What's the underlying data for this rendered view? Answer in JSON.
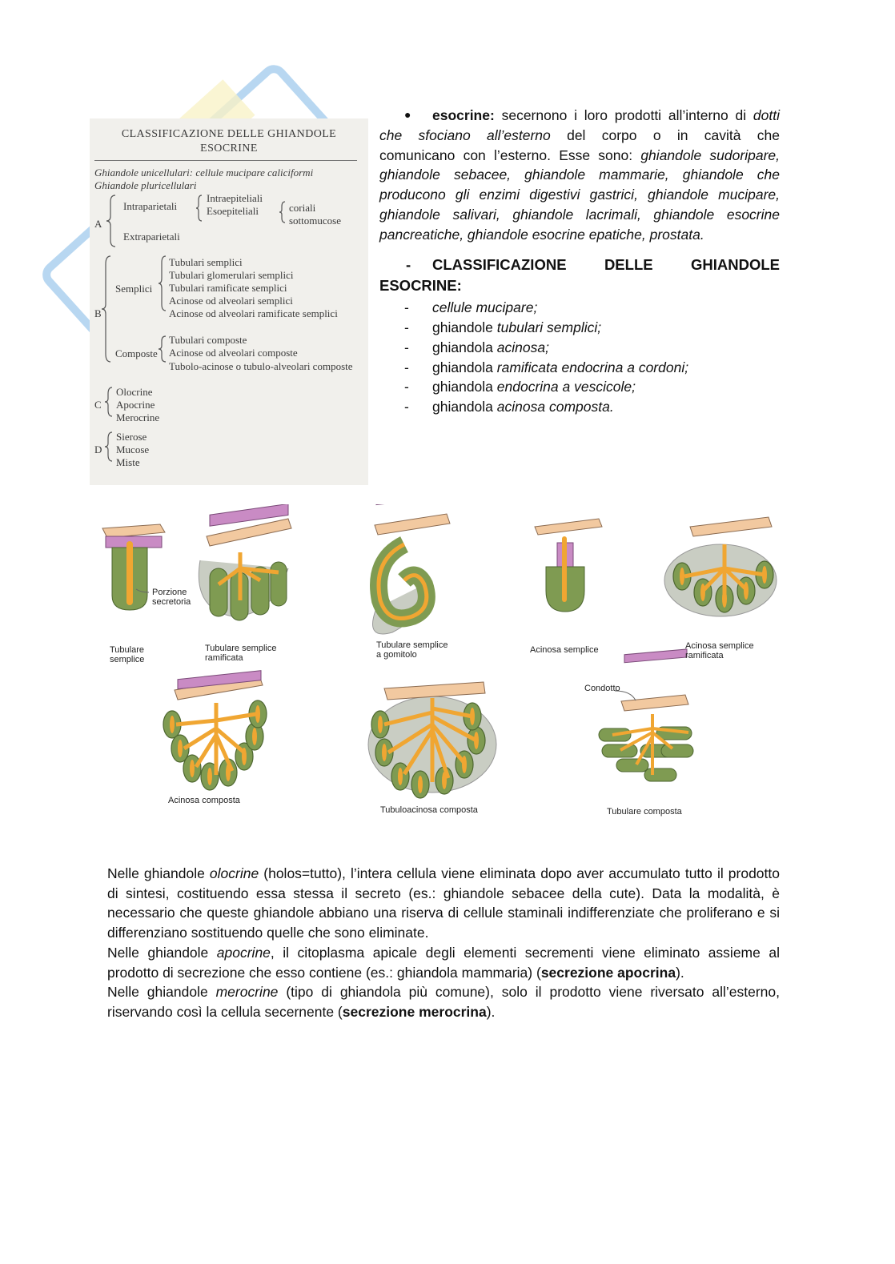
{
  "scan_table": {
    "title_1": "CLASSIFICAZIONE DELLE GHIANDOLE",
    "title_2": "ESOCRINE",
    "row_unicellulari": "Ghiandole unicellulari: cellule mucipare caliciformi",
    "row_pluricellulari": "Ghiandole pluricellulari",
    "A": "A",
    "intraparietali": "Intraparietali",
    "intraepiteliali": "Intraepiteliali",
    "esoepiteliali": "Esoepiteliali",
    "coriali": "coriali",
    "sottomucose": "sottomucose",
    "extraparietali": "Extraparietali",
    "B": "B",
    "semplici": "Semplici",
    "semplici_items": [
      "Tubulari semplici",
      "Tubulari glomerulari semplici",
      "Tubulari ramificate semplici",
      "Acinose od alveolari semplici",
      "Acinose od alveolari ramificate semplici"
    ],
    "composte": "Composte",
    "composte_items": [
      "Tubulari composte",
      "Acinose od alveolari composte",
      "Tubolo-acinose o tubulo-alveolari composte"
    ],
    "C": "C",
    "c_items": [
      "Olocrine",
      "Apocrine",
      "Merocrine"
    ],
    "D": "D",
    "d_items": [
      "Sierose",
      "Mucose",
      "Miste"
    ]
  },
  "esocrine_para": {
    "bullet": "●",
    "lines": [
      {
        "b": "esocrine:",
        "t": " secernono i loro prodotti all’interno di ",
        "i": "dotti"
      },
      {
        "i": "che sfociano all’esterno",
        "t": " del corpo o in cavità che"
      },
      {
        "t": "comunicano con l’esterno. Esse sono: ",
        "i": "ghiandole sudoripare,"
      },
      {
        "i": "ghiandole sebacee, ghiandole mammarie, ghiandole che"
      },
      {
        "i": "producono gli enzimi digestivi gastrici, ghiandole mucipare,"
      },
      {
        "i": "ghiandole salivari, ghiandole lacrimali, ghiandole esocrine"
      },
      {
        "i": "pancreatiche, ghiandole esocrine epatiche, prostata."
      }
    ]
  },
  "classification": {
    "dash": "-",
    "heading_1": "CLASSIFICAZIONE DELLE GHIANDOLE",
    "heading_2": "ESOCRINE:",
    "items": [
      {
        "pre": "",
        "it": "cellule mucipare;"
      },
      {
        "pre": "ghiandole ",
        "it": "tubulari semplici;"
      },
      {
        "pre": "ghiandola ",
        "it": "acinosa;"
      },
      {
        "pre": "ghiandola ",
        "it": "ramificata endocrina a cordoni;"
      },
      {
        "pre": "ghiandola ",
        "it": "endocrina a vescicole;"
      },
      {
        "pre": "ghiandola ",
        "it": "acinosa composta."
      }
    ]
  },
  "figure": {
    "captions": {
      "porzione": "Porzione",
      "secretoria": "secretoria",
      "tubulare_semplice_1": "Tubulare",
      "tubulare_semplice_2": "semplice",
      "tub_ram_1": "Tubulare semplice",
      "tub_ram_2": "ramificata",
      "tub_gom_1": "Tubulare semplice",
      "tub_gom_2": "a gomitolo",
      "acinosa_semplice": "Acinosa semplice",
      "acin_ram_1": "Acinosa semplice",
      "acin_ram_2": "ramificata",
      "acinosa_composta": "Acinosa composta",
      "tubuloacinosa": "Tubuloacinosa composta",
      "condotto": "Condotto",
      "tubulare_composta": "Tubulare composta"
    },
    "colors": {
      "epithelium": "#f2c9a0",
      "duct_cell": "#c98bc4",
      "lumen": "#f0a632",
      "secretory": "#7f9b52",
      "capsule": "#c9cdc3"
    }
  },
  "bottom_text": {
    "p1_a": "Nelle ghiandole ",
    "p1_i": "olocrine",
    "p1_b": " (holos=tutto), l’intera cellula viene eliminata dopo aver accumulato tutto il prodotto di sintesi, costituendo essa stessa il secreto (es.: ghiandole sebacee della cute). Data la modalità, è necessario che queste ghiandole abbiano una riserva di cellule staminali indifferenziate che proliferano e si differenziano sostituendo quelle che sono eliminate.",
    "p2_a": "Nelle ghiandole ",
    "p2_i": "apocrine",
    "p2_b": ", il citoplasma apicale degli elementi secrementi viene eliminato assieme al prodotto di secrezione che esso contiene (es.: ghiandola mammaria) (",
    "p2_bold": "secrezione apocrina",
    "p2_c": ").",
    "p3_a": "Nelle ghiandole ",
    "p3_i": "merocrine",
    "p3_b": " (tipo di ghiandola più comune), solo il prodotto viene riversato all’esterno, riservando così la cellula secernente (",
    "p3_bold": "secrezione merocrina",
    "p3_c": ")."
  }
}
